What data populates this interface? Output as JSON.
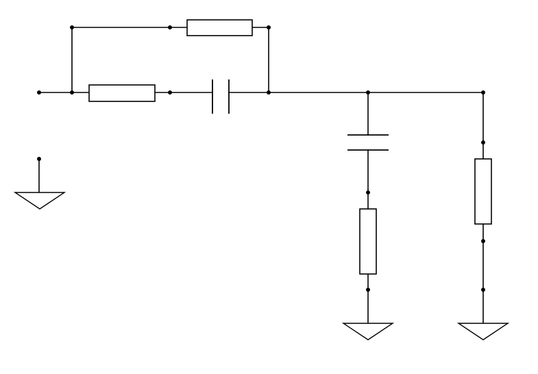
{
  "diagram": {
    "type": "circuit-schematic",
    "background": "#ffffff",
    "line_color": "#000000",
    "components": [
      {
        "kind": "resistor",
        "id": "r-top"
      },
      {
        "kind": "resistor",
        "id": "r-series"
      },
      {
        "kind": "capacitor",
        "id": "c-series"
      },
      {
        "kind": "capacitor",
        "id": "c-shunt"
      },
      {
        "kind": "resistor",
        "id": "r-shunt-1"
      },
      {
        "kind": "resistor",
        "id": "r-shunt-2"
      }
    ],
    "grounds": [
      "ground-left",
      "ground-mid",
      "ground-right"
    ],
    "text_labels": []
  }
}
